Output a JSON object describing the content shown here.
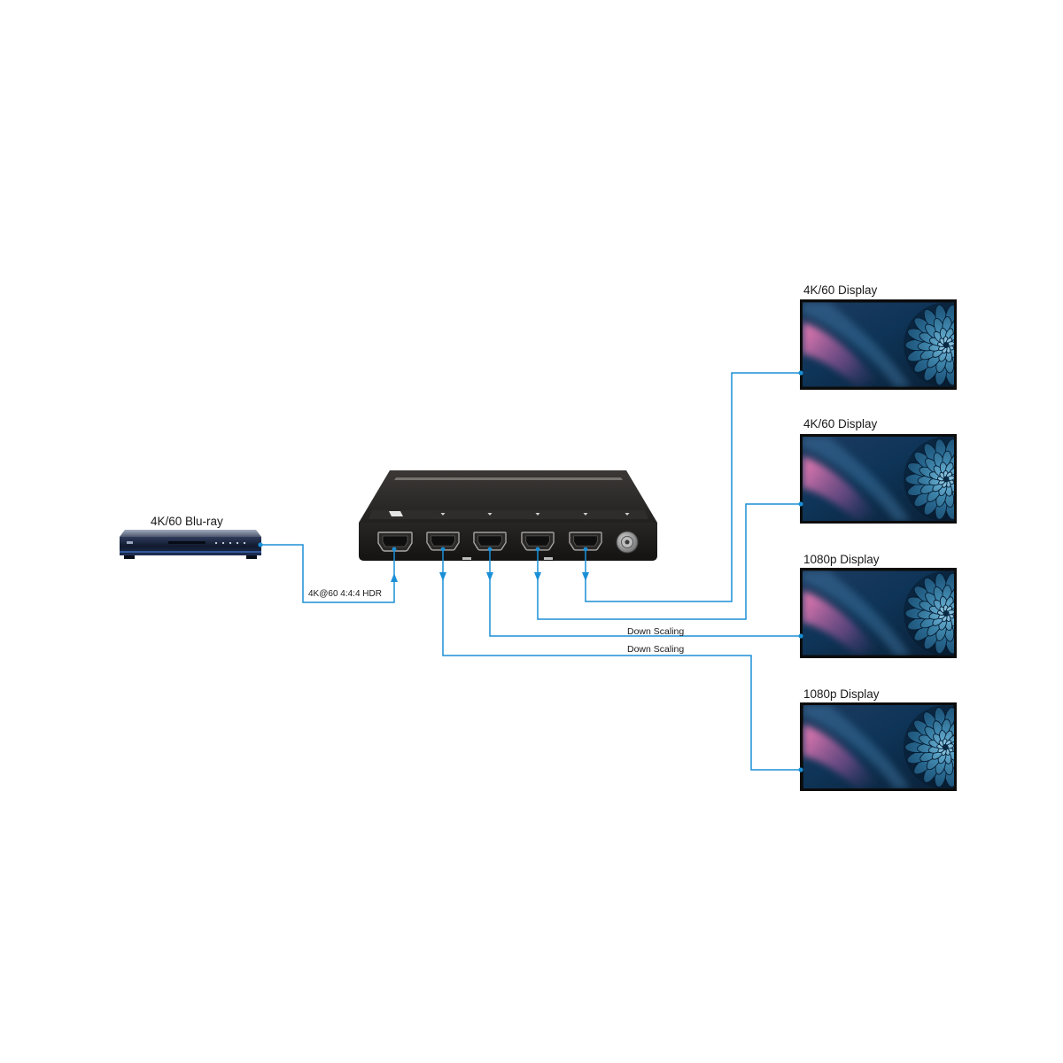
{
  "source": {
    "label": "4K/60 Blu-ray"
  },
  "input_link": {
    "label": "4K@60 4:4:4 HDR"
  },
  "displays": [
    {
      "label": "4K/60 Display"
    },
    {
      "label": "4K/60 Display"
    },
    {
      "label": "1080p Display",
      "link_label": "Down Scaling"
    },
    {
      "label": "1080p Display",
      "link_label": "Down Scaling"
    }
  ],
  "colors": {
    "connection_line": "#1b8fd6",
    "device_body": "#1c1b1a",
    "label_text": "#1a1a1a",
    "background": "#ffffff"
  }
}
